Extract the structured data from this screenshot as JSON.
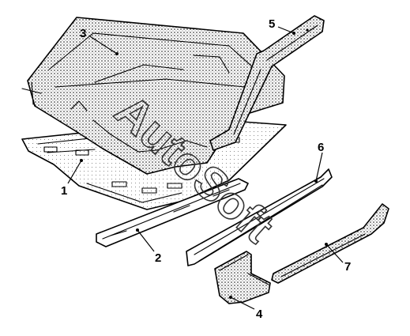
{
  "diagram": {
    "callouts": [
      {
        "id": "1",
        "label": "1"
      },
      {
        "id": "2",
        "label": "2"
      },
      {
        "id": "3",
        "label": "3"
      },
      {
        "id": "4",
        "label": "4"
      },
      {
        "id": "5",
        "label": "5"
      },
      {
        "id": "6",
        "label": "6"
      },
      {
        "id": "7",
        "label": "7"
      }
    ]
  },
  "watermark": {
    "text": "AutoSoft"
  }
}
